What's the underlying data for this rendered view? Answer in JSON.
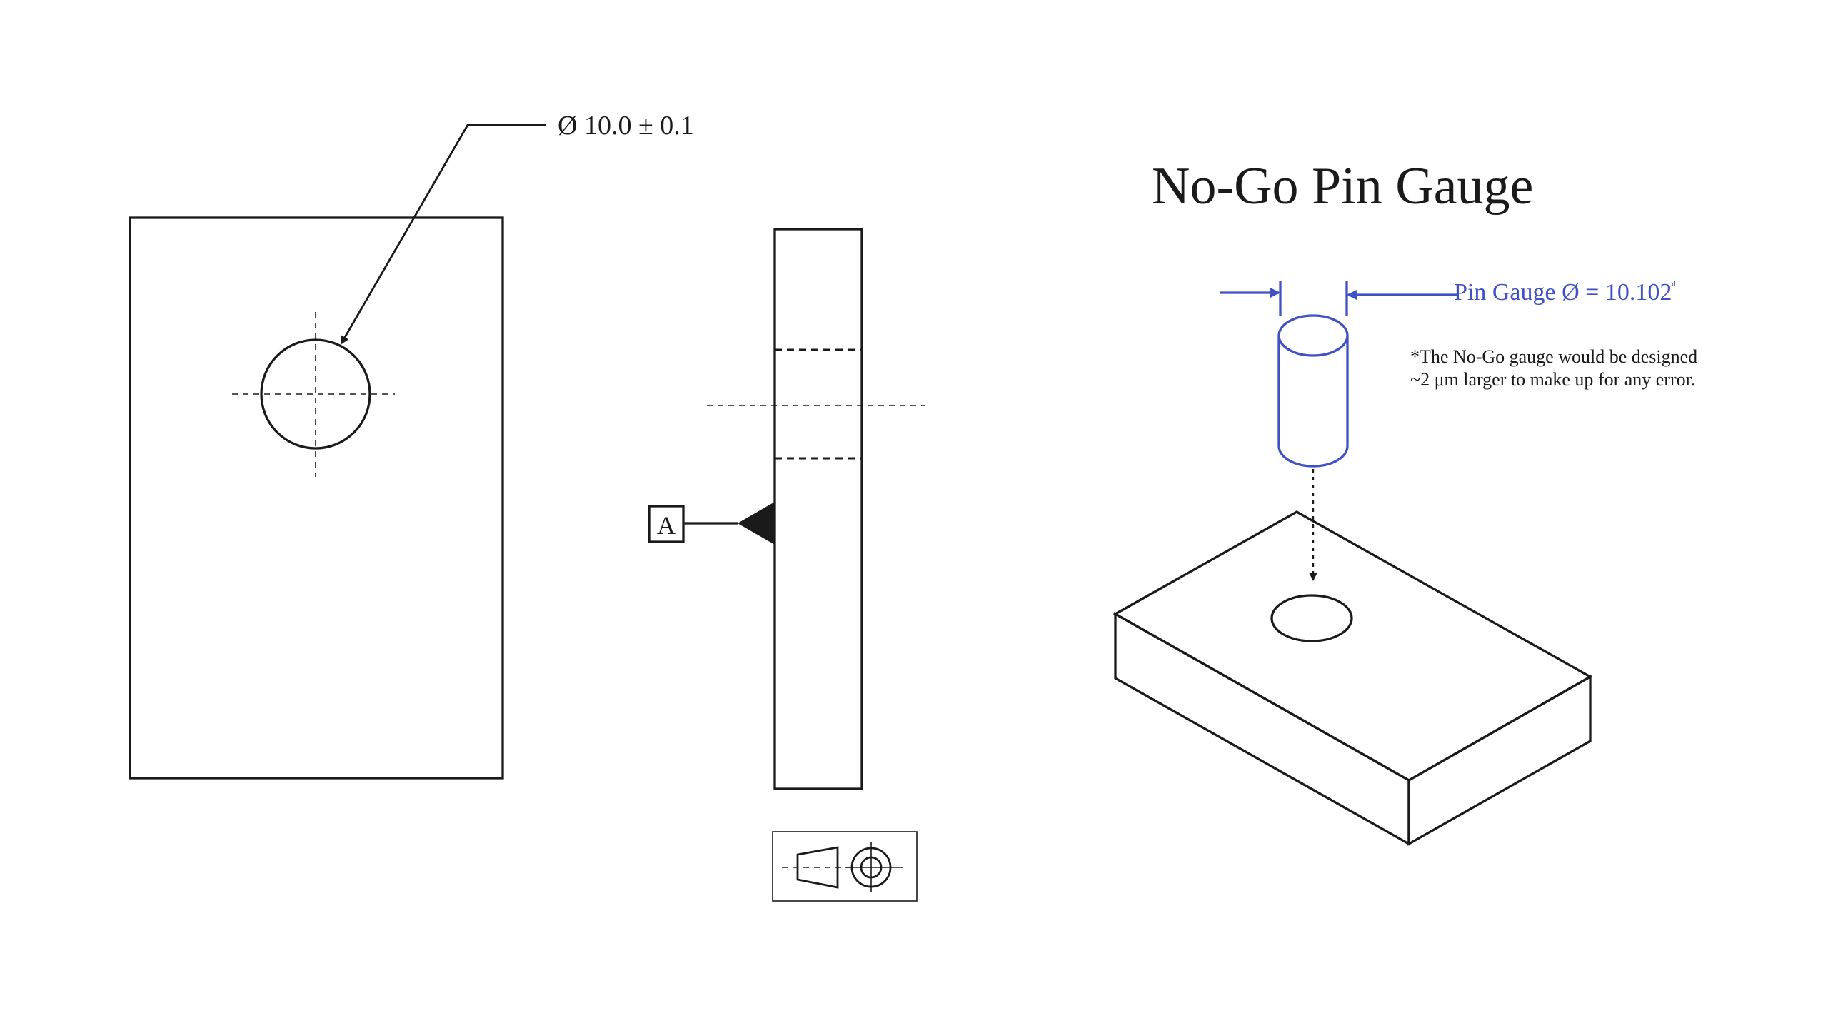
{
  "title": "No-Go Pin Gauge",
  "dimension_callout": "Ø 10.0 ± 0.1",
  "datum_label": "A",
  "pin_gauge_label": "Pin Gauge Ø = 10.102",
  "pin_gauge_superscript": "ᵈᶠ",
  "note": {
    "line1": "*The No-Go gauge would be designed",
    "line2": "~2 μm larger to make up for any error."
  },
  "colors": {
    "line": "#1a1a1a",
    "gauge_blue": "#3f51c4",
    "background": "#ffffff"
  },
  "icons": {
    "datum_triangle": "filled-triangle-datum-icon",
    "tolerance_symbol": "projection-symbol-icon"
  }
}
